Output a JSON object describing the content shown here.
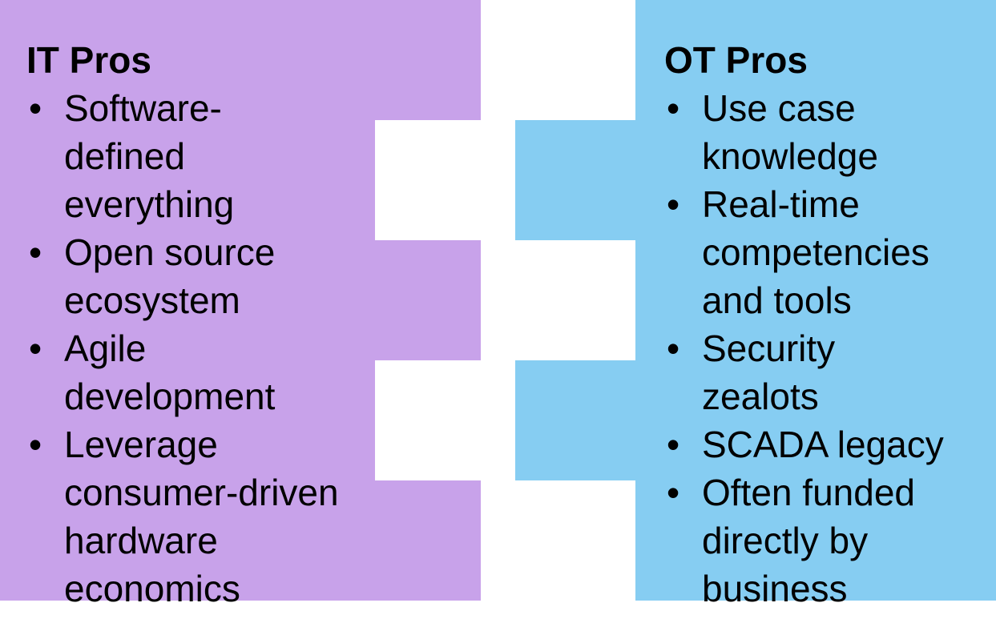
{
  "colors": {
    "it_fill": "#c8a2ea",
    "ot_fill": "#86cdf2",
    "background": "#ffffff",
    "text": "#000000"
  },
  "it_panel": {
    "title": "IT Pros",
    "bullet_glyph": "•",
    "items": [
      {
        "lines": [
          "Software-",
          "defined",
          "everything"
        ]
      },
      {
        "lines": [
          "Open source",
          "ecosystem"
        ]
      },
      {
        "lines": [
          "Agile",
          "development"
        ]
      },
      {
        "lines": [
          "Leverage",
          "consumer-driven",
          "hardware",
          "economics"
        ]
      }
    ]
  },
  "ot_panel": {
    "title": "OT Pros",
    "bullet_glyph": "•",
    "items": [
      {
        "lines": [
          "Use case",
          "knowledge"
        ]
      },
      {
        "lines": [
          "Real-time",
          "competencies",
          "and tools"
        ]
      },
      {
        "lines": [
          "Security",
          "zealots"
        ]
      },
      {
        "lines": [
          "SCADA legacy"
        ]
      },
      {
        "lines": [
          "Often funded",
          "directly by",
          "business"
        ]
      }
    ]
  }
}
